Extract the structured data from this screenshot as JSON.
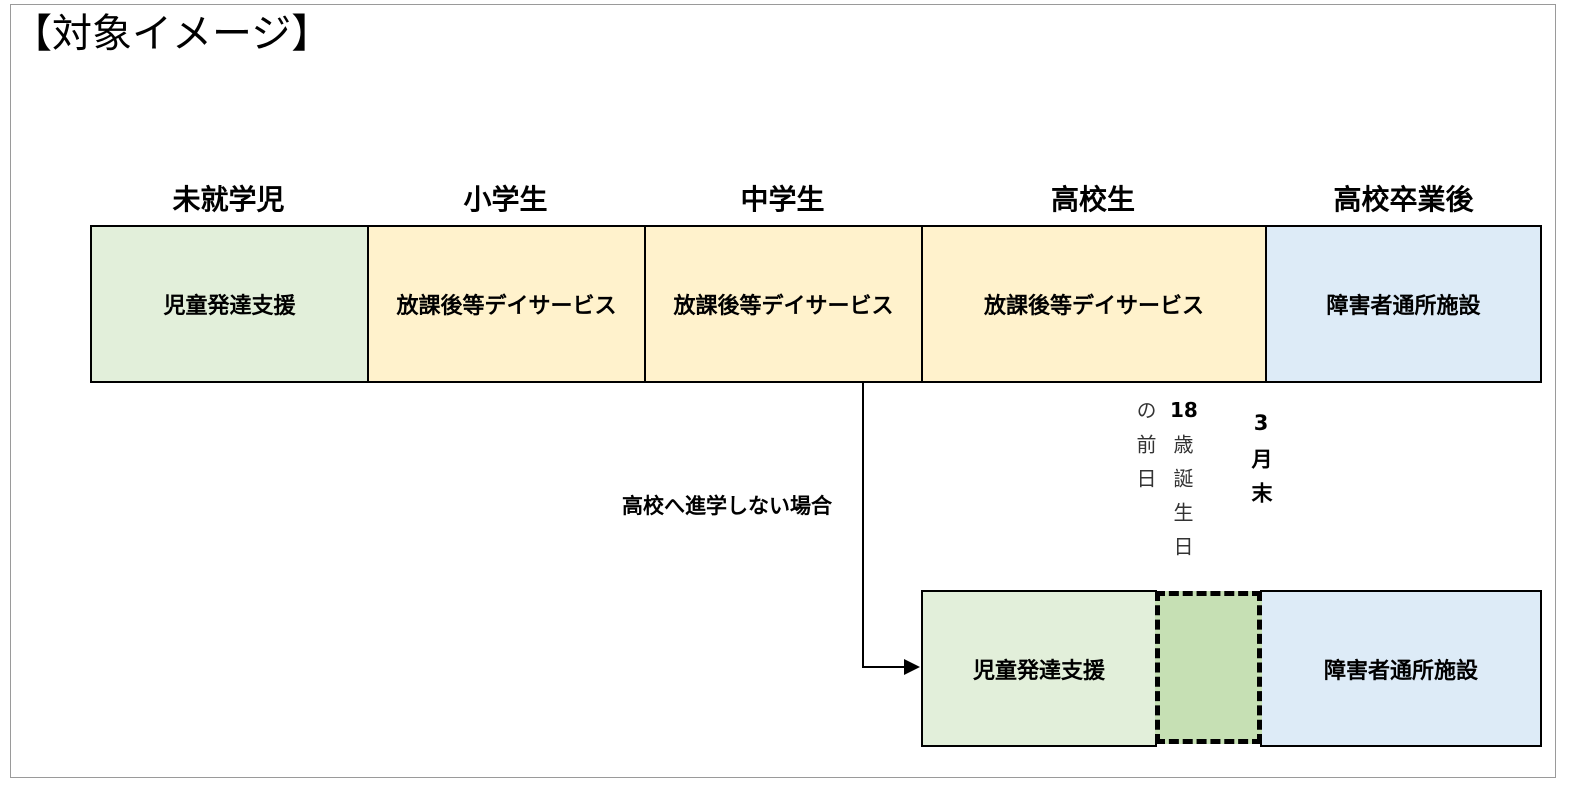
{
  "title": "【対象イメージ】",
  "stages": [
    "未就学児",
    "小学生",
    "中学生",
    "高校生",
    "高校卒業後"
  ],
  "top_row": [
    {
      "label": "児童発達支援",
      "color": "#e2efda"
    },
    {
      "label": "放課後等デイサービス",
      "color": "#fff2cc"
    },
    {
      "label": "放課後等デイサービス",
      "color": "#fff2cc"
    },
    {
      "label": "放課後等デイサービス",
      "color": "#fff2cc"
    },
    {
      "label": "障害者通所施設",
      "color": "#ddebf7"
    }
  ],
  "branch": {
    "label": "高校へ進学しない場合",
    "boxes": [
      {
        "label": "児童発達支援",
        "color": "#e2efda"
      },
      {
        "label": "",
        "color": "#c6e0b4",
        "style": "dashed"
      },
      {
        "label": "障害者通所施設",
        "color": "#ddebf7"
      }
    ]
  },
  "annotations": {
    "day_before": "の前日",
    "birthday_18_num": "18",
    "birthday_18_text": "歳誕生日",
    "march_end": "3月末"
  }
}
